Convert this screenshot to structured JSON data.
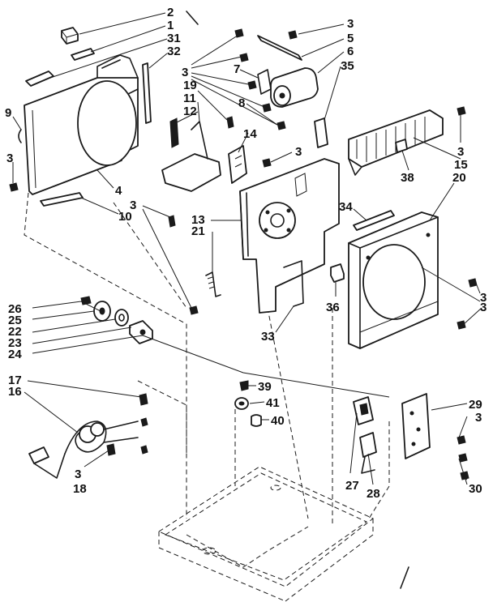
{
  "colors": {
    "ink": "#1a1a1a",
    "paper": "#ffffff"
  },
  "labels": [
    {
      "id": "lbl-2",
      "text": "2"
    },
    {
      "id": "lbl-1",
      "text": "1"
    },
    {
      "id": "lbl-31",
      "text": "31"
    },
    {
      "id": "lbl-32",
      "text": "32"
    },
    {
      "id": "lbl-3a",
      "text": "3"
    },
    {
      "id": "lbl-5",
      "text": "5"
    },
    {
      "id": "lbl-6",
      "text": "6"
    },
    {
      "id": "lbl-35",
      "text": "35"
    },
    {
      "id": "lbl-3b",
      "text": "3"
    },
    {
      "id": "lbl-7",
      "text": "7"
    },
    {
      "id": "lbl-19",
      "text": "19"
    },
    {
      "id": "lbl-11",
      "text": "11"
    },
    {
      "id": "lbl-12",
      "text": "12"
    },
    {
      "id": "lbl-8",
      "text": "8"
    },
    {
      "id": "lbl-14",
      "text": "14"
    },
    {
      "id": "lbl-9",
      "text": "9"
    },
    {
      "id": "lbl-3c",
      "text": "3"
    },
    {
      "id": "lbl-3d",
      "text": "3"
    },
    {
      "id": "lbl-3e",
      "text": "3"
    },
    {
      "id": "lbl-15",
      "text": "15"
    },
    {
      "id": "lbl-38",
      "text": "38"
    },
    {
      "id": "lbl-20",
      "text": "20"
    },
    {
      "id": "lbl-4",
      "text": "4"
    },
    {
      "id": "lbl-3f",
      "text": "3"
    },
    {
      "id": "lbl-10",
      "text": "10"
    },
    {
      "id": "lbl-13",
      "text": "13"
    },
    {
      "id": "lbl-21",
      "text": "21"
    },
    {
      "id": "lbl-34",
      "text": "34"
    },
    {
      "id": "lbl-3g",
      "text": "3"
    },
    {
      "id": "lbl-36",
      "text": "36"
    },
    {
      "id": "lbl-3h",
      "text": "3"
    },
    {
      "id": "lbl-26",
      "text": "26"
    },
    {
      "id": "lbl-25",
      "text": "25"
    },
    {
      "id": "lbl-22",
      "text": "22"
    },
    {
      "id": "lbl-23",
      "text": "23"
    },
    {
      "id": "lbl-24",
      "text": "24"
    },
    {
      "id": "lbl-33",
      "text": "33"
    },
    {
      "id": "lbl-17",
      "text": "17"
    },
    {
      "id": "lbl-16",
      "text": "16"
    },
    {
      "id": "lbl-39",
      "text": "39"
    },
    {
      "id": "lbl-41",
      "text": "41"
    },
    {
      "id": "lbl-40",
      "text": "40"
    },
    {
      "id": "lbl-29",
      "text": "29"
    },
    {
      "id": "lbl-3i",
      "text": "3"
    },
    {
      "id": "lbl-3j",
      "text": "3"
    },
    {
      "id": "lbl-18",
      "text": "18"
    },
    {
      "id": "lbl-27",
      "text": "27"
    },
    {
      "id": "lbl-28",
      "text": "28"
    },
    {
      "id": "lbl-30",
      "text": "30"
    }
  ]
}
